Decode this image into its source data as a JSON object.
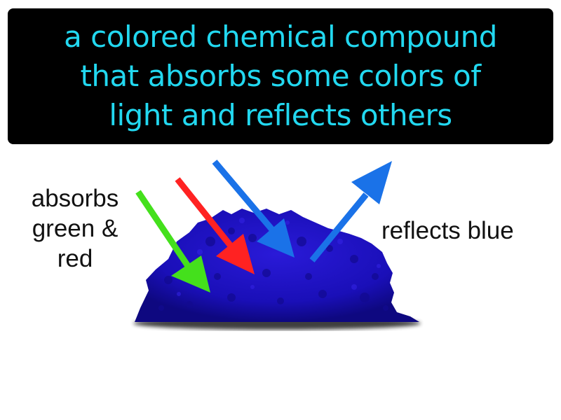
{
  "definition": {
    "lines": [
      "a colored chemical compound",
      "that absorbs some colors of",
      "light and reflects others"
    ]
  },
  "labels": {
    "absorbs": [
      "absorbs",
      "green &",
      "red"
    ],
    "reflects": "reflects blue"
  },
  "colors": {
    "banner_bg": "#000000",
    "banner_text": "#22d8f0",
    "pigment": "#1f12c8",
    "green_arrow": "#44e01c",
    "red_arrow": "#ff2222",
    "blue_arrow": "#1a72e8"
  },
  "icons": [
    "green-light-arrow",
    "red-light-arrow",
    "incoming-blue-arrow",
    "reflected-blue-arrow",
    "pigment-powder"
  ]
}
